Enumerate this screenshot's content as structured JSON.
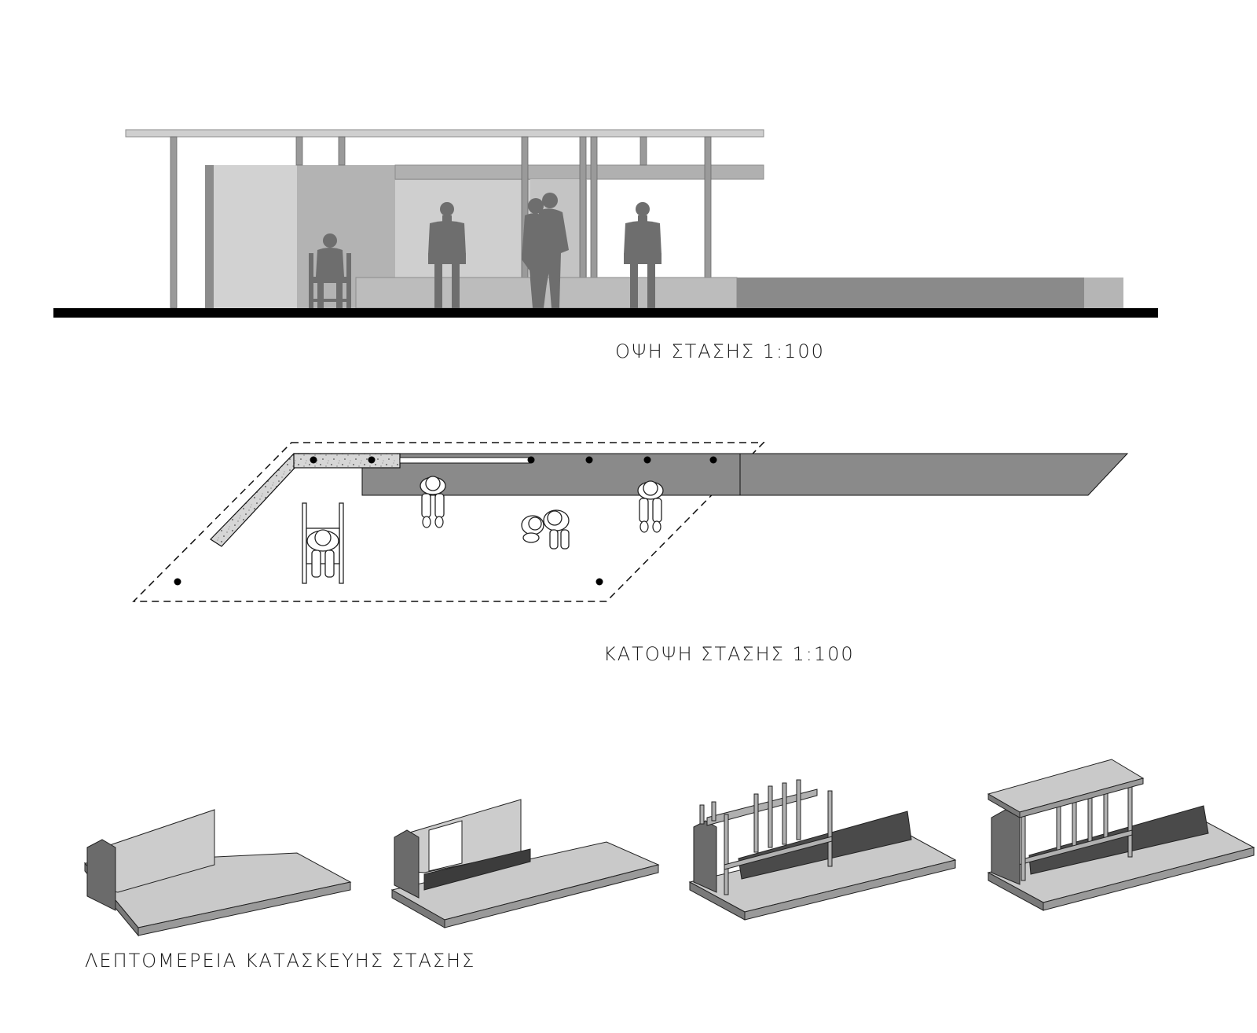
{
  "captions": {
    "elevation": "ΟΨΗ ΣΤΑΣΗΣ 1:100",
    "plan": "ΚΑΤΟΨΗ ΣΤΑΣΗΣ 1:100",
    "detail": "ΛΕΠΤΟΜΕΡΕΙΑ ΚΑΤΑΣΚΕΥΗΣ ΣΤΑΣΗΣ"
  },
  "palette": {
    "ink": "#000000",
    "light": "#d0d0d0",
    "mid": "#b5b5b5",
    "dark": "#8a8a8a",
    "figure": "#6e6e6e",
    "concrete": "#c9c9c9"
  },
  "construction_steps": [
    {
      "step": 1,
      "parts": [
        "base",
        "wall-panel"
      ]
    },
    {
      "step": 2,
      "parts": [
        "base",
        "wall-panel",
        "bench"
      ]
    },
    {
      "step": 3,
      "parts": [
        "base",
        "wall-panel",
        "bench",
        "frame"
      ]
    },
    {
      "step": 4,
      "parts": [
        "base",
        "wall-panel",
        "bench",
        "frame",
        "roof"
      ]
    }
  ]
}
